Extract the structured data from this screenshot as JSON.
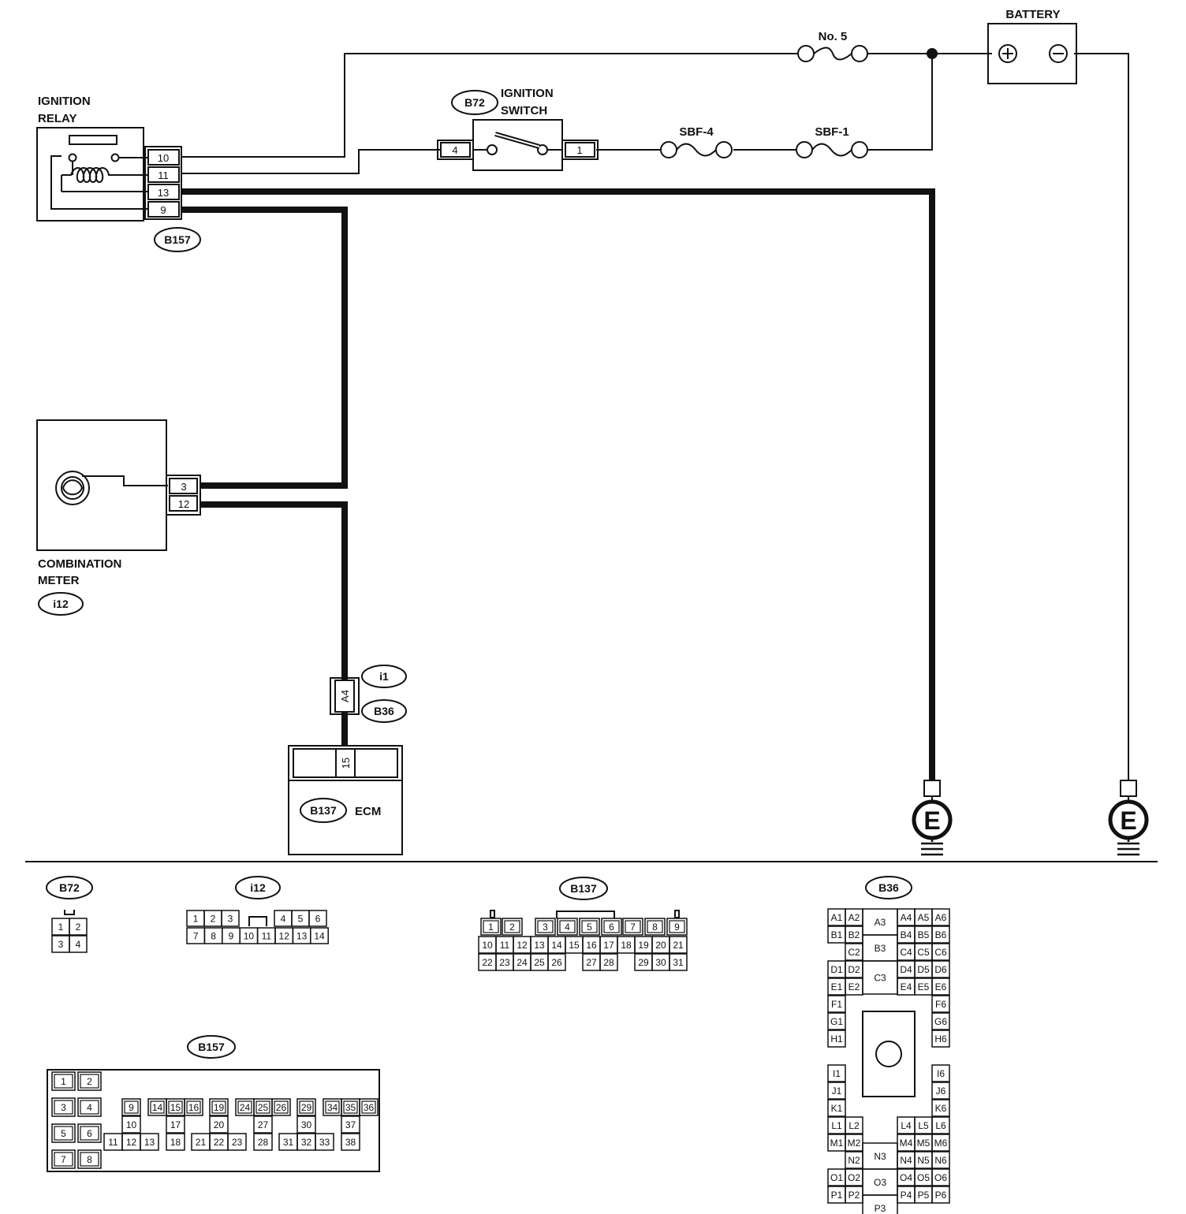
{
  "colors": {
    "ink": "#111111",
    "paper": "#ffffff"
  },
  "components": {
    "ignition_relay": {
      "label_1": "IGNITION",
      "label_2": "RELAY",
      "connector": "B157",
      "pins": [
        "10",
        "11",
        "13",
        "9"
      ]
    },
    "battery": {
      "label": "BATTERY"
    },
    "fuse_no5": {
      "label": "No. 5"
    },
    "ignition_switch": {
      "label_1": "IGNITION",
      "label_2": "SWITCH",
      "connector": "B72",
      "pin_left": "4",
      "pin_right": "1"
    },
    "sbf4": {
      "label": "SBF-4"
    },
    "sbf1": {
      "label": "SBF-1"
    },
    "combination_meter": {
      "label_1": "COMBINATION",
      "label_2": "METER",
      "connector": "i12",
      "pins": [
        "3",
        "12"
      ]
    },
    "junction": {
      "connector_1": "i1",
      "connector_2": "B36",
      "pin": "A4"
    },
    "ecm": {
      "label": "ECM",
      "connector": "B137",
      "pin": "15"
    },
    "ground_1": {
      "label": "E"
    },
    "ground_2": {
      "label": "E"
    }
  },
  "connector_views": {
    "b72": {
      "name": "B72",
      "row1": [
        "1",
        "2"
      ],
      "row2": [
        "3",
        "4"
      ]
    },
    "i12": {
      "name": "i12",
      "row1_left": [
        "1",
        "2",
        "3"
      ],
      "row1_right": [
        "4",
        "5",
        "6"
      ],
      "row2": [
        "7",
        "8",
        "9",
        "10",
        "11",
        "12",
        "13",
        "14"
      ]
    },
    "b137": {
      "name": "B137",
      "row1": [
        "1",
        "2",
        "3",
        "4",
        "5",
        "6",
        "7",
        "8",
        "9"
      ],
      "row2": [
        "10",
        "11",
        "12",
        "13",
        "14",
        "15",
        "16",
        "17",
        "18",
        "19",
        "20",
        "21"
      ],
      "row3_left": [
        "22",
        "23",
        "24",
        "25",
        "26"
      ],
      "row3_mid": [
        "27",
        "28"
      ],
      "row3_right": [
        "29",
        "30",
        "31"
      ]
    },
    "b157": {
      "name": "B157",
      "left_column": [
        "1",
        "2",
        "3",
        "4",
        "5",
        "6",
        "7",
        "8"
      ],
      "g1_row1": [
        "9"
      ],
      "g1_row2": [
        "10"
      ],
      "g1_row3": [
        "11",
        "12",
        "13"
      ],
      "g2_row1": [
        "14",
        "15",
        "16"
      ],
      "g2_row2": [
        "17"
      ],
      "g2_row3": [
        "18"
      ],
      "g3_row1": [
        "19"
      ],
      "g3_row2": [
        "20"
      ],
      "g3_row3": [
        "21",
        "22",
        "23"
      ],
      "g4_row1": [
        "24",
        "25",
        "26"
      ],
      "g4_row2": [
        "27"
      ],
      "g4_row3": [
        "28"
      ],
      "g5_row1": [
        "29"
      ],
      "g5_row2": [
        "30"
      ],
      "g5_row3": [
        "31",
        "32",
        "33"
      ],
      "g6_row1": [
        "34",
        "35",
        "36"
      ],
      "g6_row2": [
        "37"
      ],
      "g6_row3": [
        "38"
      ]
    },
    "b36": {
      "name": "B36",
      "left": [
        "A1",
        "A2",
        "B1",
        "B2",
        "C2",
        "D1",
        "D2",
        "E1",
        "E2",
        "F1",
        "G1",
        "H1",
        "I1",
        "J1",
        "K1",
        "L1",
        "L2",
        "M1",
        "M2",
        "N2",
        "O1",
        "O2",
        "P1",
        "P2"
      ],
      "center": [
        "A3",
        "B3",
        "C3",
        "N3",
        "O3",
        "P3"
      ],
      "right": [
        "A4",
        "A5",
        "A6",
        "B4",
        "B5",
        "B6",
        "C4",
        "C5",
        "C6",
        "D4",
        "D5",
        "D6",
        "E4",
        "E5",
        "E6",
        "F6",
        "G6",
        "H6",
        "I6",
        "J6",
        "K6",
        "L4",
        "L5",
        "L6",
        "M4",
        "M5",
        "M6",
        "N4",
        "N5",
        "N6",
        "O4",
        "O5",
        "O6",
        "P4",
        "P5",
        "P6"
      ]
    }
  }
}
